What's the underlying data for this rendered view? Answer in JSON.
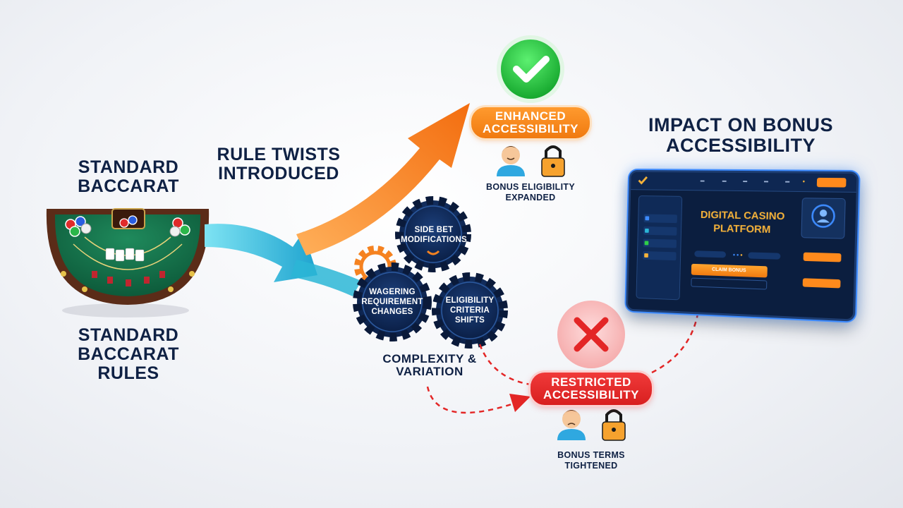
{
  "left": {
    "title": "STANDARD\nBACCARAT",
    "rules": "STANDARD\nBACCARAT\nRULES"
  },
  "twists_label": "RULE TWISTS\nINTRODUCED",
  "gears": {
    "side_bet": "SIDE BET\nMODIFICATIONS",
    "wagering": "WAGERING\nREQUIREMENT\nCHANGES",
    "eligibility": "ELIGIBILITY\nCRITERIA\nSHIFTS"
  },
  "complexity_label": "COMPLEXITY &\nVARIATION",
  "enhanced": {
    "label": "ENHANCED\nACCESSIBILITY",
    "caption": "BONUS ELIGIBILITY\nEXPANDED"
  },
  "restricted": {
    "label": "RESTRICTED\nACCESSIBILITY",
    "caption": "BONUS TERMS\nTIGHTENED"
  },
  "impact_title": "IMPACT ON BONUS\nACCESSIBILITY",
  "platform": {
    "title": "DIGITAL CASINO\nPLATFORM",
    "claim_button": "CLAIM BONUS"
  },
  "colors": {
    "navy": "#0f2144",
    "orange": "#f58220",
    "teal": "#2bb6d6",
    "green": "#2fcf48",
    "red": "#e32626"
  }
}
